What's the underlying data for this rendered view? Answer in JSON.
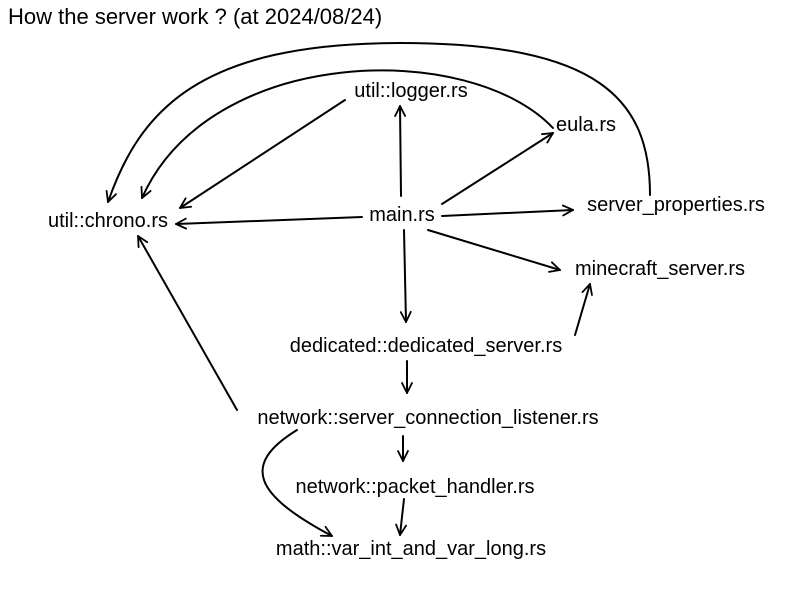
{
  "title": "How the server work ? (at 2024/08/24)",
  "nodes": {
    "logger": "util::logger.rs",
    "eula": "eula.rs",
    "chrono": "util::chrono.rs",
    "main": "main.rs",
    "server_properties": "server_properties.rs",
    "minecraft_server": "minecraft_server.rs",
    "dedicated_server": "dedicated::dedicated_server.rs",
    "server_connection_listener": "network::server_connection_listener.rs",
    "packet_handler": "network::packet_handler.rs",
    "var_int": "math::var_int_and_var_long.rs"
  },
  "edges": [
    {
      "from": "main",
      "to": "logger"
    },
    {
      "from": "main",
      "to": "eula"
    },
    {
      "from": "main",
      "to": "chrono"
    },
    {
      "from": "main",
      "to": "server_properties"
    },
    {
      "from": "main",
      "to": "minecraft_server"
    },
    {
      "from": "main",
      "to": "dedicated_server"
    },
    {
      "from": "logger",
      "to": "chrono"
    },
    {
      "from": "eula",
      "to": "chrono"
    },
    {
      "from": "server_properties",
      "to": "chrono"
    },
    {
      "from": "dedicated_server",
      "to": "minecraft_server"
    },
    {
      "from": "dedicated_server",
      "to": "server_connection_listener"
    },
    {
      "from": "server_connection_listener",
      "to": "chrono"
    },
    {
      "from": "server_connection_listener",
      "to": "packet_handler"
    },
    {
      "from": "server_connection_listener",
      "to": "var_int"
    },
    {
      "from": "packet_handler",
      "to": "var_int"
    }
  ]
}
